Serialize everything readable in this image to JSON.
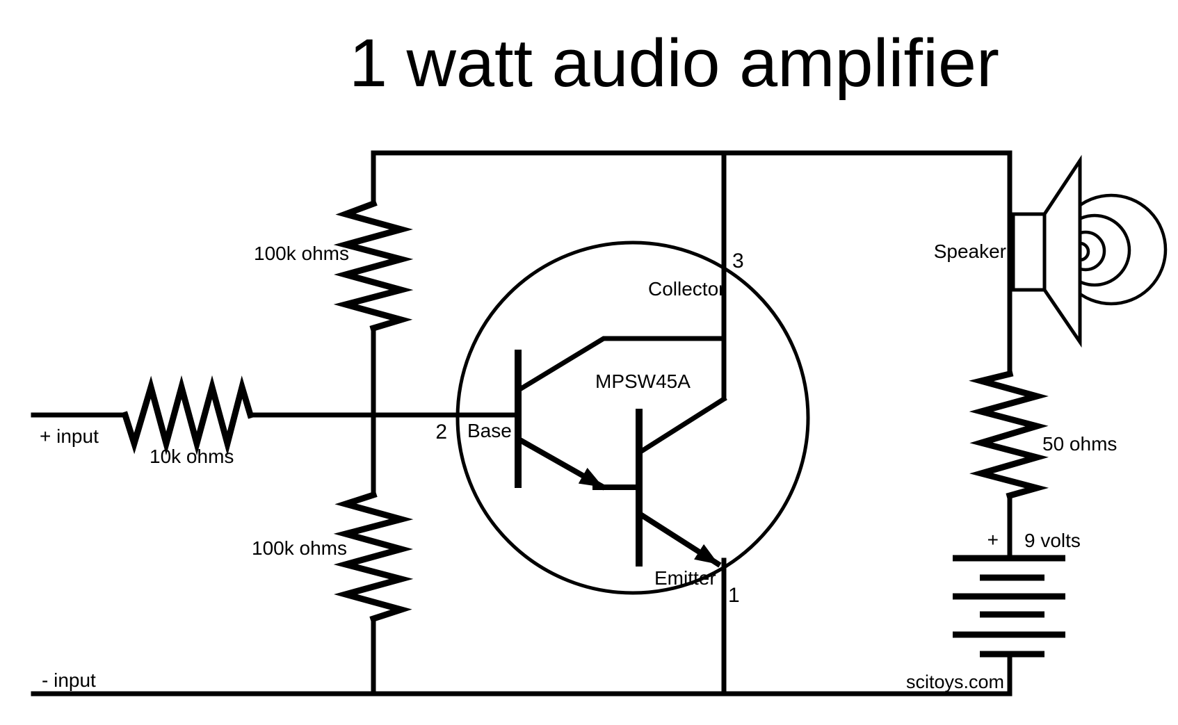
{
  "title": "1 watt audio amplifier",
  "colors": {
    "ink": "#000000",
    "paper": "#ffffff"
  },
  "input": {
    "positive_label": "+ input",
    "negative_label": "- input",
    "series_resistor_value": "10k ohms"
  },
  "bias_divider": {
    "upper_resistor_value": "100k ohms",
    "lower_resistor_value": "100k ohms"
  },
  "transistor": {
    "part_number": "MPSW45A",
    "collector_label": "Collector",
    "base_label": "Base",
    "emitter_label": "Emitter",
    "collector_pin": "3",
    "base_pin": "2",
    "emitter_pin": "1"
  },
  "output": {
    "speaker_label": "Speaker",
    "load_resistor_value": "50 ohms"
  },
  "battery": {
    "polarity_label": "+",
    "voltage_label": "9 volts"
  },
  "credit": "scitoys.com"
}
